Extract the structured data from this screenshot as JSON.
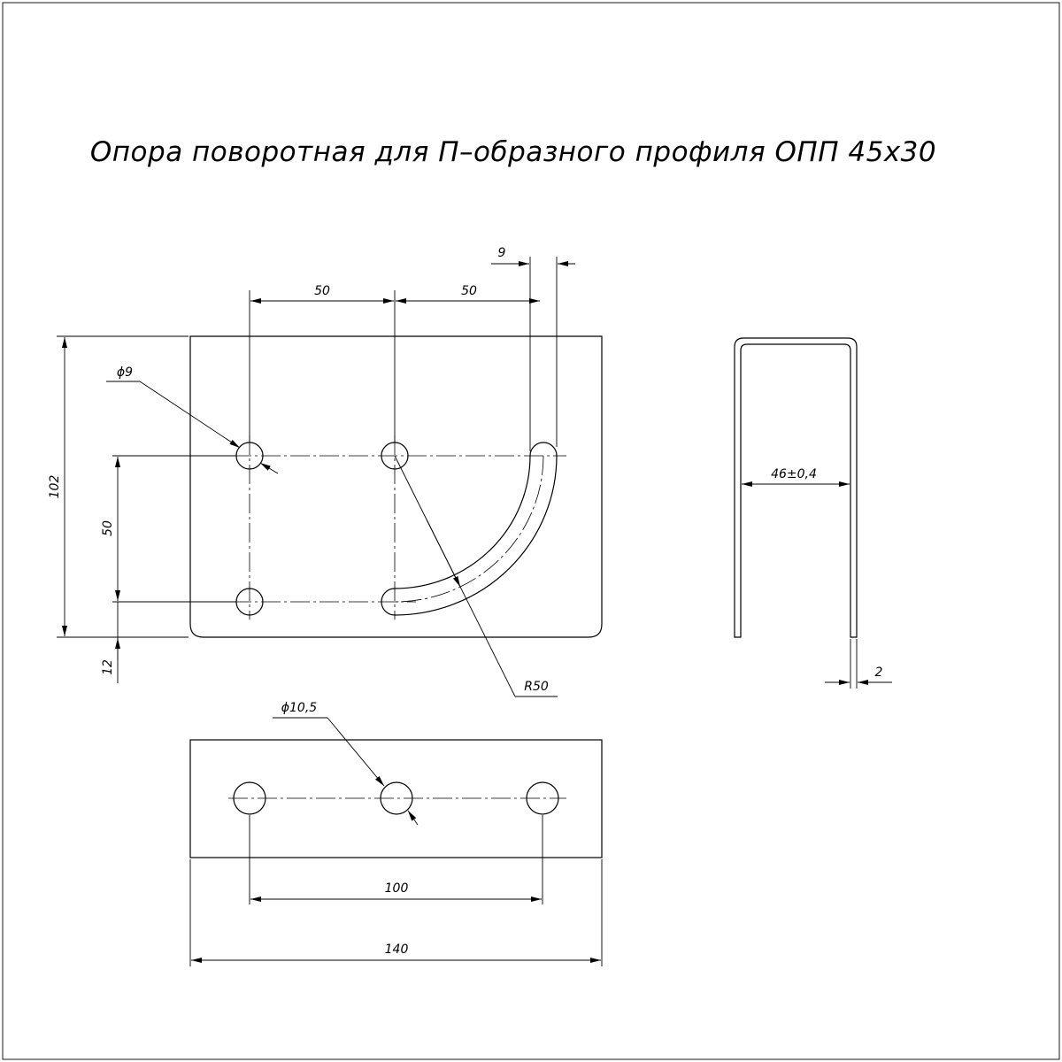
{
  "title": "Опора поворотная для П–образного профиля ОПП 45х30",
  "front_view": {
    "dim_spacing_left": "50",
    "dim_spacing_right": "50",
    "dim_slot_width": "9",
    "dim_height": "102",
    "dim_vertical_spacing": "50",
    "dim_bottom_offset": "12",
    "dim_hole_diameter": "ϕ9",
    "dim_slot_radius": "R50"
  },
  "side_view": {
    "dim_inner_width": "46±0,4",
    "dim_thickness": "2"
  },
  "bottom_view": {
    "dim_hole_diameter": "ϕ10,5",
    "dim_hole_spacing": "100",
    "dim_total_length": "140"
  }
}
